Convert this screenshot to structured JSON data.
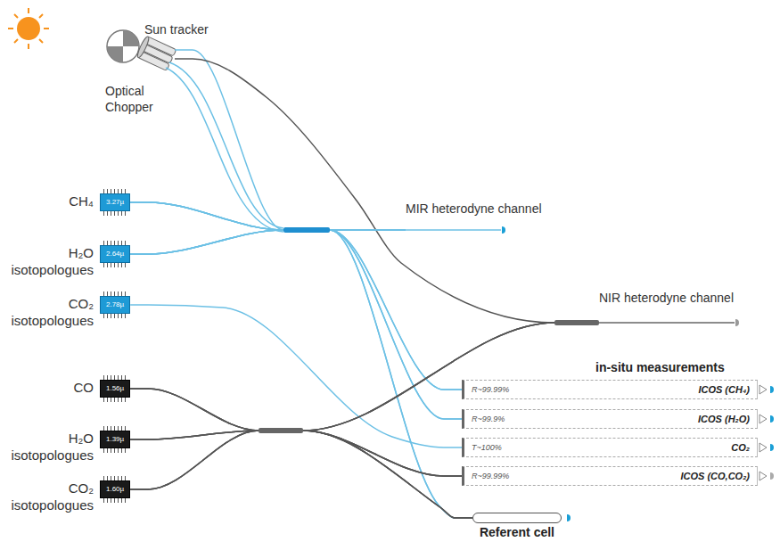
{
  "diagram": {
    "nodes": [
      {
        "text": [
          "Sun tracker"
        ]
      },
      {
        "text": [
          "Optical Chopper"
        ]
      },
      {
        "text": [
          "CH₄",
          "3.27µ"
        ]
      },
      {
        "text": [
          "H₂O isotopologues",
          "2.64µ"
        ]
      },
      {
        "text": [
          "CO₂ isotopologues",
          "2.78µ"
        ]
      },
      {
        "text": [
          "MIR heterodyne channel"
        ]
      },
      {
        "text": [
          "NIR heterodyne channel"
        ]
      },
      {
        "text": [
          "CO",
          "1.56µ"
        ]
      },
      {
        "text": [
          "H₂O isotopologues",
          "1.39µ"
        ]
      },
      {
        "text": [
          "CO₂ isotopologues",
          "1.60µ"
        ]
      },
      {
        "text": [
          "R~99.99%",
          "ICOS (CH₄)"
        ]
      },
      {
        "text": [
          "R~99.9%",
          "ICOS (H₂O)"
        ]
      },
      {
        "text": [
          "T~100%",
          "CO₂"
        ]
      },
      {
        "text": [
          "R~99.99%",
          "ICOS (CO,CO₂)"
        ]
      },
      {
        "text": [
          "Referent cell"
        ]
      }
    ],
    "edges": [
      {
        "from": 0,
        "to": 5,
        "arrow": "none"
      },
      {
        "from": 0,
        "to": 6,
        "arrow": "none"
      },
      {
        "from": 2,
        "to": 5,
        "arrow": "none"
      },
      {
        "from": 2,
        "to": 10,
        "arrow": "none"
      },
      {
        "from": 2,
        "to": 11,
        "arrow": "none"
      },
      {
        "from": 2,
        "to": 14,
        "arrow": "none"
      },
      {
        "from": 3,
        "to": 5,
        "arrow": "none"
      },
      {
        "from": 3,
        "to": 10,
        "arrow": "none"
      },
      {
        "from": 3,
        "to": 11,
        "arrow": "none"
      },
      {
        "from": 3,
        "to": 14,
        "arrow": "none"
      },
      {
        "from": 4,
        "to": 12,
        "arrow": "none"
      },
      {
        "from": 7,
        "to": 6,
        "arrow": "none"
      },
      {
        "from": 7,
        "to": 13,
        "arrow": "none"
      },
      {
        "from": 7,
        "to": 14,
        "arrow": "none"
      },
      {
        "from": 8,
        "to": 6,
        "arrow": "none"
      },
      {
        "from": 8,
        "to": 13,
        "arrow": "none"
      },
      {
        "from": 8,
        "to": 14,
        "arrow": "none"
      },
      {
        "from": 9,
        "to": 6,
        "arrow": "none"
      },
      {
        "from": 9,
        "to": 13,
        "arrow": "none"
      },
      {
        "from": 9,
        "to": 14,
        "arrow": "none"
      }
    ],
    "labels": [
      "in-situ measurements"
    ]
  }
}
